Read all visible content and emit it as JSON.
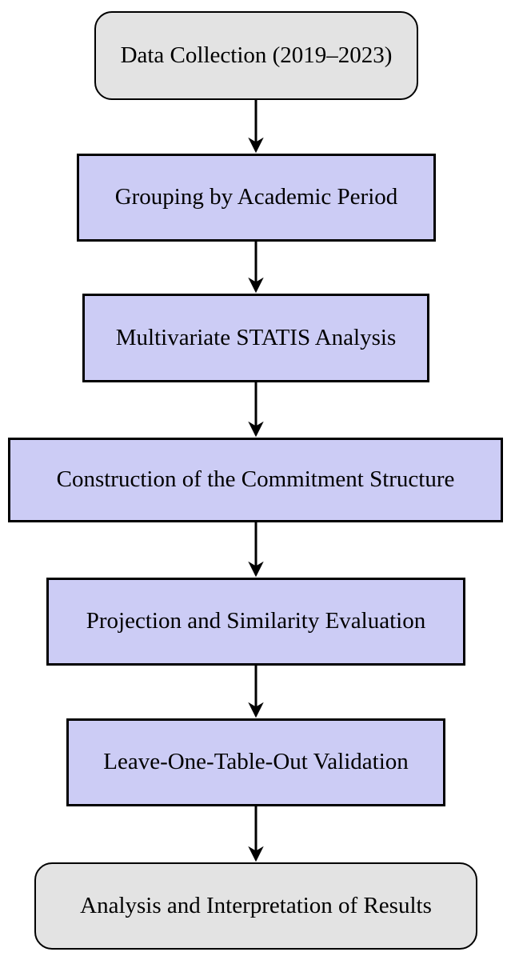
{
  "figure": {
    "type": "flowchart",
    "direction": "top-down",
    "colors": {
      "process_fill": "#ccccf5",
      "terminal_fill": "#e3e3e3",
      "border": "#000000",
      "arrow": "#000000",
      "text": "#000000",
      "background": "#ffffff"
    },
    "nodes": [
      {
        "id": "data-collection",
        "shape": "rounded",
        "label": "Data Collection (2019–2023)"
      },
      {
        "id": "grouping-academic-period",
        "shape": "rect",
        "label": "Grouping by Academic Period"
      },
      {
        "id": "statis-analysis",
        "shape": "rect",
        "label": "Multivariate STATIS Analysis"
      },
      {
        "id": "commitment-structure",
        "shape": "rect",
        "label": "Construction of the Commitment Structure"
      },
      {
        "id": "projection-similarity",
        "shape": "rect",
        "label": "Projection and Similarity Evaluation"
      },
      {
        "id": "loto-validation",
        "shape": "rect",
        "label": "Leave-One-Table-Out Validation"
      },
      {
        "id": "analysis-interpretation",
        "shape": "rounded",
        "label": "Analysis and Interpretation of Results"
      }
    ],
    "edges": [
      {
        "from": "data-collection",
        "to": "grouping-academic-period"
      },
      {
        "from": "grouping-academic-period",
        "to": "statis-analysis"
      },
      {
        "from": "statis-analysis",
        "to": "commitment-structure"
      },
      {
        "from": "commitment-structure",
        "to": "projection-similarity"
      },
      {
        "from": "projection-similarity",
        "to": "loto-validation"
      },
      {
        "from": "loto-validation",
        "to": "analysis-interpretation"
      }
    ]
  }
}
